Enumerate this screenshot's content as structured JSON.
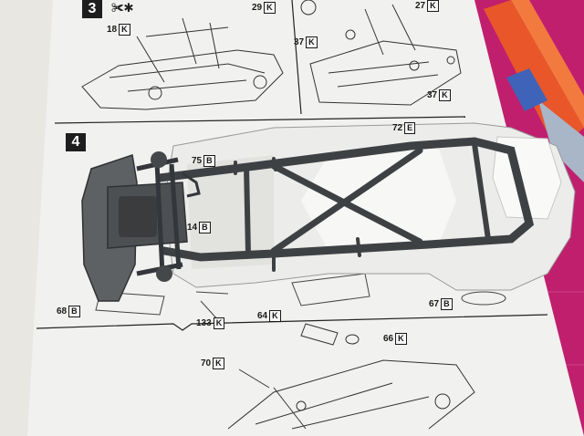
{
  "steps": {
    "step3": "3",
    "step4": "4"
  },
  "callouts": [
    {
      "part": "18",
      "code": "K"
    },
    {
      "part": "29",
      "code": "K"
    },
    {
      "part": "37",
      "code": "K"
    },
    {
      "part": "27",
      "code": "K"
    },
    {
      "part": "37",
      "code": "K"
    },
    {
      "part": "75",
      "code": "B"
    },
    {
      "part": "14",
      "code": "B"
    },
    {
      "part": "72",
      "code": "E"
    },
    {
      "part": "68",
      "code": "B"
    },
    {
      "part": "133",
      "code": "K"
    },
    {
      "part": "64",
      "code": "K"
    },
    {
      "part": "67",
      "code": "B"
    },
    {
      "part": "70",
      "code": "K"
    },
    {
      "part": "66",
      "code": "K"
    }
  ],
  "colors": {
    "mat": "#c01f6e",
    "paper": "#f2f2f0",
    "frame": "#4a4d50",
    "floor_pan": "#ececea",
    "marker_orange": "#e8562a"
  }
}
